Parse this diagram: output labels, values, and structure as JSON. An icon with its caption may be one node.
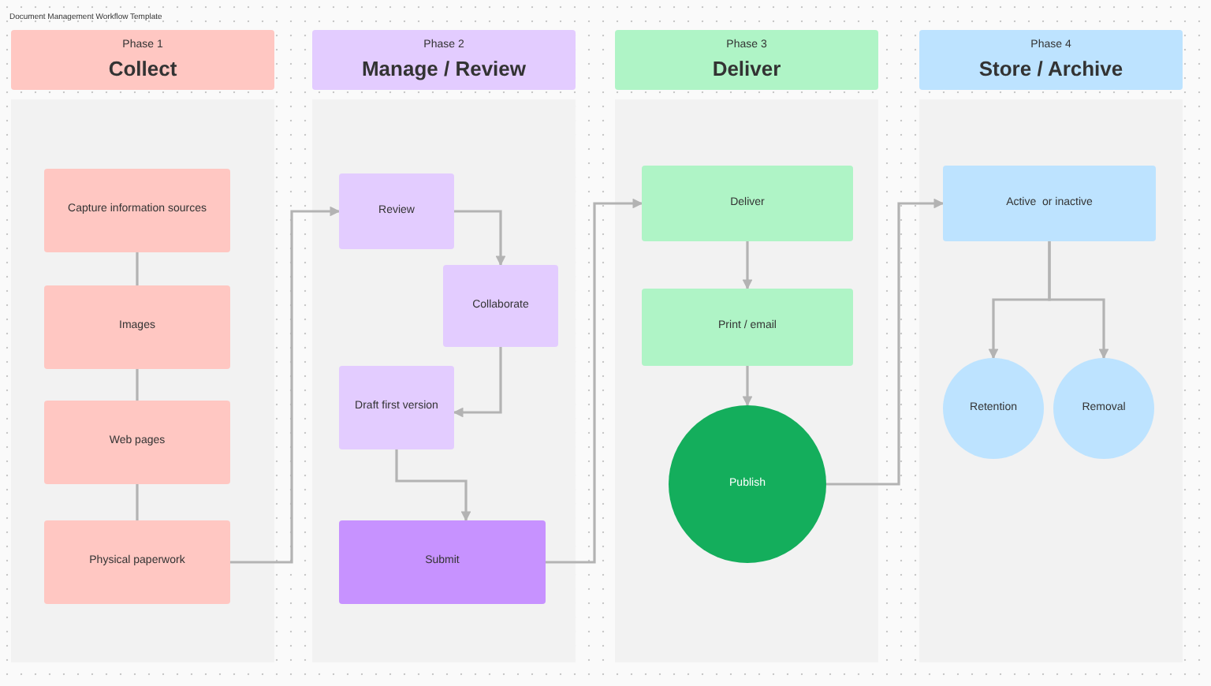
{
  "diagram": {
    "title": "Document Management Workflow Template",
    "nodes": [
      {
        "text": [
          "Phase 1",
          "Collect"
        ]
      },
      {
        "text": [
          "Phase 2",
          "Manage / Review"
        ]
      },
      {
        "text": [
          "Phase 3",
          "Deliver"
        ]
      },
      {
        "text": [
          "Phase 4",
          "Store / Archive"
        ]
      },
      {
        "text": [
          "Capture information sources"
        ]
      },
      {
        "text": [
          "Images"
        ]
      },
      {
        "text": [
          "Web pages"
        ]
      },
      {
        "text": [
          "Physical paperwork"
        ]
      },
      {
        "text": [
          "Review"
        ]
      },
      {
        "text": [
          "Collaborate"
        ]
      },
      {
        "text": [
          "Draft first version"
        ]
      },
      {
        "text": [
          "Submit"
        ]
      },
      {
        "text": [
          "Deliver"
        ]
      },
      {
        "text": [
          "Print / email"
        ]
      },
      {
        "text": [
          "Publish"
        ]
      },
      {
        "text": [
          "Active  or inactive"
        ]
      },
      {
        "text": [
          "Retention"
        ]
      },
      {
        "text": [
          "Removal"
        ]
      }
    ],
    "edges": [
      {
        "from": 4,
        "to": 5,
        "arrow": "none"
      },
      {
        "from": 5,
        "to": 6,
        "arrow": "none"
      },
      {
        "from": 6,
        "to": 7,
        "arrow": "none"
      },
      {
        "from": 7,
        "to": 8,
        "arrow": "to"
      },
      {
        "from": 8,
        "to": 9,
        "arrow": "to"
      },
      {
        "from": 9,
        "to": 10,
        "arrow": "to"
      },
      {
        "from": 10,
        "to": 11,
        "arrow": "to"
      },
      {
        "from": 11,
        "to": 12,
        "arrow": "to"
      },
      {
        "from": 12,
        "to": 13,
        "arrow": "to"
      },
      {
        "from": 13,
        "to": 14,
        "arrow": "to"
      },
      {
        "from": 14,
        "to": 15,
        "arrow": "to"
      },
      {
        "from": 15,
        "to": 16,
        "arrow": "to"
      },
      {
        "from": 15,
        "to": 17,
        "arrow": "to"
      }
    ]
  }
}
